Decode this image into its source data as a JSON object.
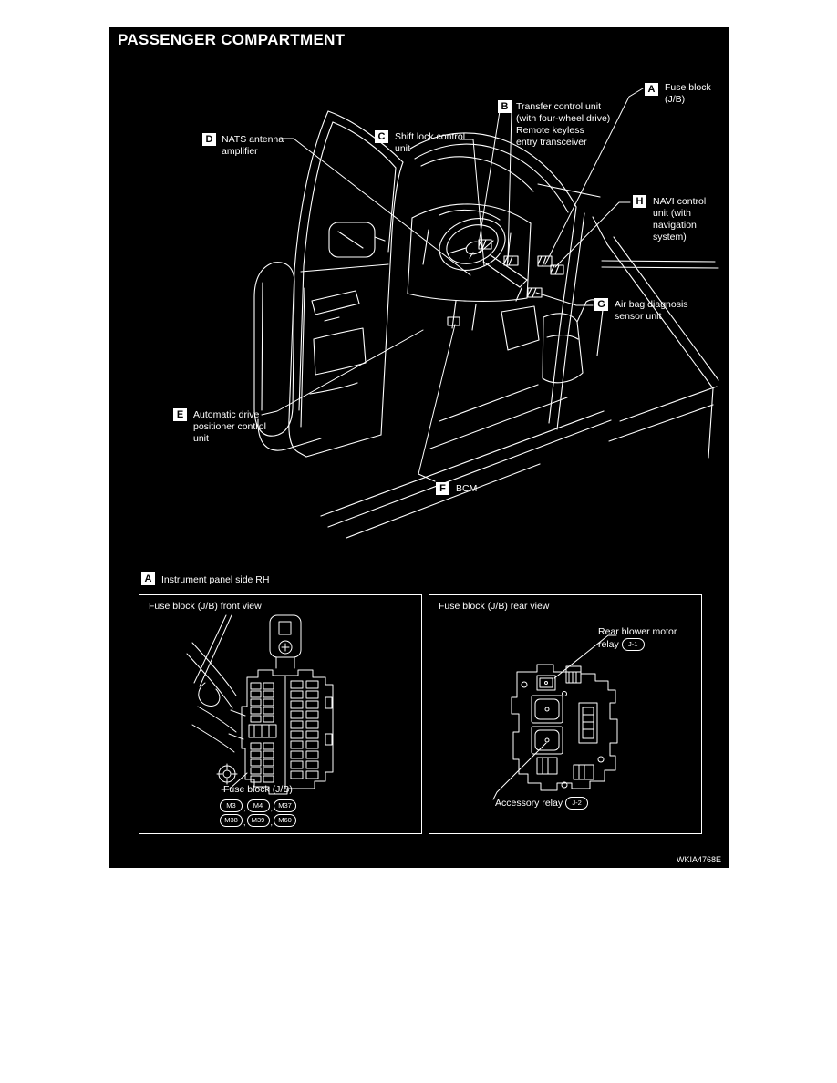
{
  "colors": {
    "page_bg": "#ffffff",
    "canvas_bg": "#000000",
    "ink": "#ffffff"
  },
  "title": "PASSENGER COMPARTMENT",
  "figure_code": "WKIA4768E",
  "callouts": {
    "a": {
      "id": "A",
      "label": "Fuse block\n(J/B)"
    },
    "b": {
      "id": "B",
      "label": "Transfer control unit\n(with four-wheel drive)\nRemote keyless\nentry transceiver"
    },
    "c": {
      "id": "C",
      "label": "Shift lock control\nunit"
    },
    "d": {
      "id": "D",
      "label": "NATS antenna\namplifier"
    },
    "e": {
      "id": "E",
      "label": "Automatic drive\npositioner control\nunit"
    },
    "f": {
      "id": "F",
      "label": "BCM"
    },
    "g": {
      "id": "G",
      "label": "Air bag diagnosis\nsensor unit"
    },
    "h": {
      "id": "H",
      "label": "NAVI control\nunit (with\nnavigation\nsystem)"
    }
  },
  "detail_section": {
    "header": {
      "id": "A",
      "label": "Instrument panel side RH"
    },
    "front_panel": {
      "title": "Fuse block (J/B) front view",
      "fuse_block_label": "Fuse block (J/B)",
      "separator": ",",
      "connectors_row1": [
        "M3",
        "M4",
        "M37"
      ],
      "connectors_row2": [
        "M38",
        "M39",
        "M60"
      ]
    },
    "rear_panel": {
      "title": "Fuse block (J/B) rear view",
      "relays": [
        {
          "label": "Rear blower motor\nrelay",
          "code": "J-1"
        },
        {
          "label": "Accessory relay",
          "code": "J-2"
        }
      ]
    }
  }
}
